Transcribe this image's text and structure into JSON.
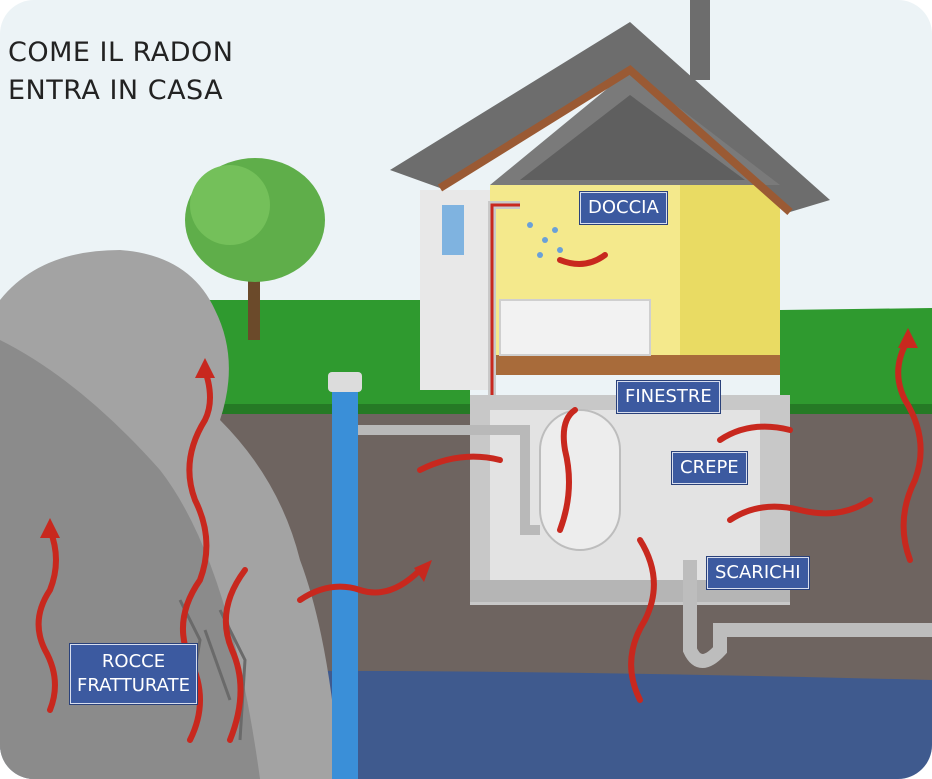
{
  "title": {
    "line1": "COME IL RADON",
    "line2": "ENTRA IN CASA"
  },
  "labels": {
    "doccia": "DOCCIA",
    "finestre": "FINESTRE",
    "crepe": "CREPE",
    "scarichi": "SCARICHI",
    "rocce_line1": "ROCCE",
    "rocce_line2": "FRATTURATE"
  },
  "colors": {
    "sky": "#ecf3f6",
    "grass": "#2f9a2f",
    "soil": "#6e6460",
    "groundwater": "#3f5a8e",
    "rock": "#9a9a9a",
    "roof": "#6d6d6d",
    "roof_trim": "#9a5a34",
    "interior": "#f4e98c",
    "radon_arrow": "#c8281e",
    "label_bg": "#3c5aa0",
    "well_pipe": "#3a8fd8"
  }
}
